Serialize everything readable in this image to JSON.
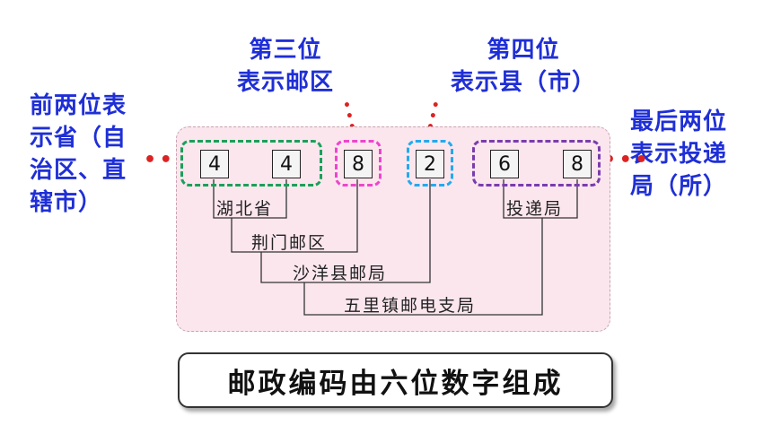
{
  "labels": {
    "left": [
      "前两位表",
      "示省（自",
      "治区、直",
      "辖市）"
    ],
    "third": [
      "第三位",
      "表示邮区"
    ],
    "fourth": [
      "第四位",
      "表示县（市）"
    ],
    "right": [
      "最后两位",
      "表示投递",
      "局（所）"
    ]
  },
  "digits": [
    "4",
    "4",
    "8",
    "2",
    "6",
    "8"
  ],
  "tree": {
    "province": "湖北省",
    "region": "荆门邮区",
    "county": "沙洋县邮局",
    "delivery": "投递局",
    "branch": "五里镇邮电支局"
  },
  "caption": "邮政编码由六位数字组成",
  "colors": {
    "label_text": "#1f2fd6",
    "group_green": "#1aa05a",
    "group_magenta": "#ee44cc",
    "group_blue": "#22aaee",
    "group_purple": "#7a3cae",
    "connector_dots": "#dd2222",
    "panel_fill": "#fbe6ee"
  }
}
